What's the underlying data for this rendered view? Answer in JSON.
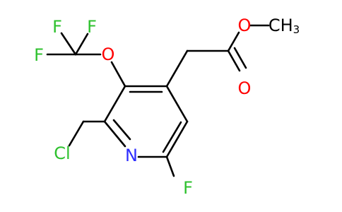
{
  "molecule": {
    "atoms": {
      "F_top_left": "F",
      "F_top_mid": "F",
      "F_mid_left": "F",
      "O_ether": "O",
      "O_ester": "O",
      "O_carbonyl": "O",
      "methyl_C": "C",
      "methyl_H": "H",
      "methyl_sub": "3",
      "Cl": "Cl",
      "N": "N",
      "F_ring": "F"
    },
    "colors": {
      "bond": "#000000",
      "fluorine": "#2ec12e",
      "oxygen": "#ff0000",
      "chlorine": "#2ec12e",
      "nitrogen": "#2d2dff",
      "carbon": "#000000"
    }
  }
}
